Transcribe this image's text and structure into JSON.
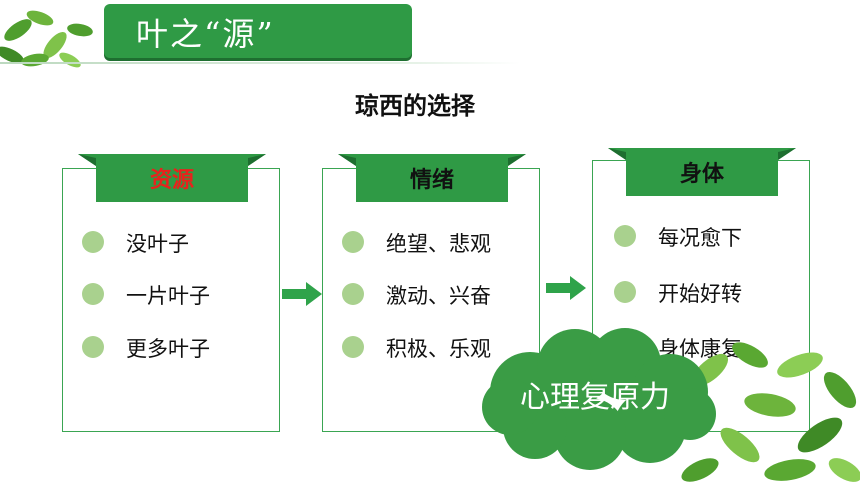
{
  "header": {
    "title": "叶之“源”"
  },
  "subtitle": "琼西的选择",
  "columns": [
    {
      "label": "资源",
      "label_color": "#e8221c",
      "items": [
        "没叶子",
        "一片叶子",
        "更多叶子"
      ]
    },
    {
      "label": "情绪",
      "label_color": "#111111",
      "items": [
        "绝望、悲观",
        "激动、兴奋",
        "积极、乐观"
      ]
    },
    {
      "label": "身体",
      "label_color": "#111111",
      "items": [
        "每况愈下",
        "开始好转",
        "身体康复"
      ]
    }
  ],
  "callout": "心理复原力",
  "colors": {
    "brand_green": "#2f9a45",
    "bullet_green": "#a9d18e",
    "arrow_green": "#2fa34a"
  }
}
